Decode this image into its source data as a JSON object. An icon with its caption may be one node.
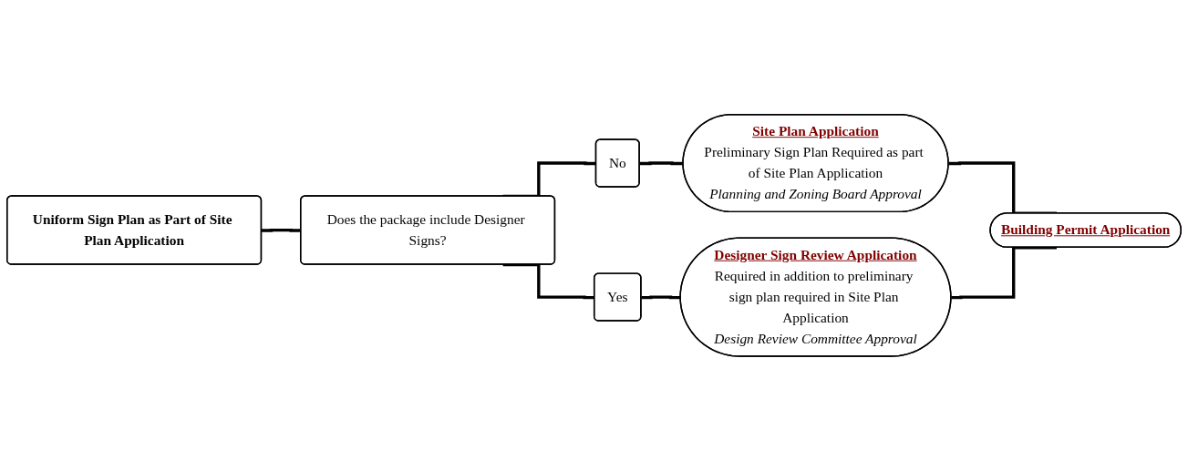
{
  "diagram": {
    "nodes": [
      {
        "text": [
          "Uniform Sign Plan as Part of Site Plan Application"
        ]
      },
      {
        "text": [
          "Does the package include Designer Signs?"
        ]
      },
      {
        "text": [
          "No"
        ]
      },
      {
        "text": [
          "Yes"
        ]
      },
      {
        "text": [
          "Site Plan Application",
          "Preliminary Sign Plan Required as part of Site Plan Application",
          "Planning and Zoning Board Approval"
        ]
      },
      {
        "text": [
          "Designer Sign Review Application",
          "Required in addition to preliminary sign plan required in Site Plan Application",
          "Design Review Committee Approval"
        ]
      },
      {
        "text": [
          "Building Permit Application"
        ]
      }
    ],
    "edges": [
      {
        "from": 0,
        "to": 1,
        "arrow": "none"
      },
      {
        "from": 1,
        "to": 2,
        "arrow": "none"
      },
      {
        "from": 1,
        "to": 3,
        "arrow": "none"
      },
      {
        "from": 2,
        "to": 4,
        "arrow": "none"
      },
      {
        "from": 3,
        "to": 5,
        "arrow": "none"
      },
      {
        "from": 4,
        "to": 6,
        "arrow": "none"
      },
      {
        "from": 5,
        "to": 6,
        "arrow": "none"
      }
    ]
  }
}
